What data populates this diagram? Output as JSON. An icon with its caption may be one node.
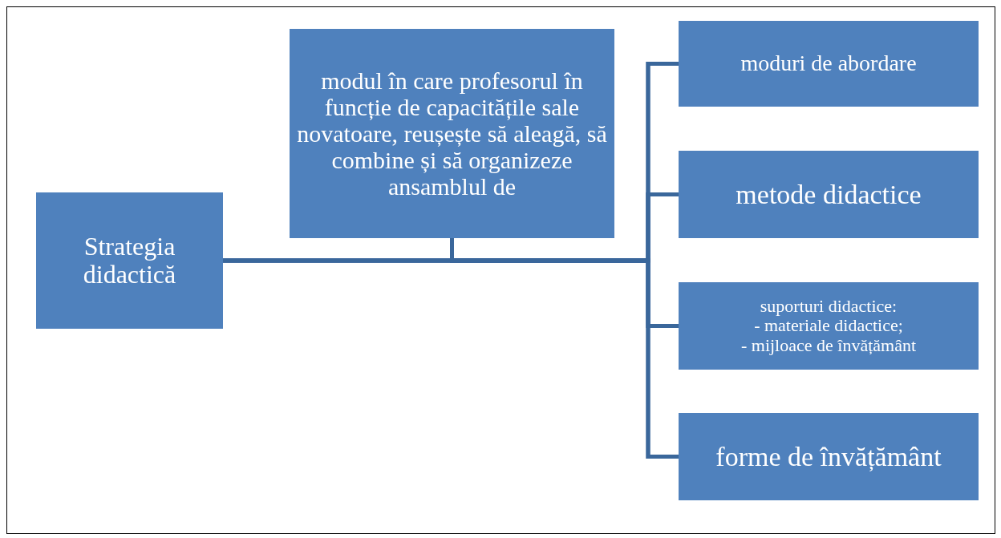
{
  "diagram": {
    "nodes": [
      {
        "text": [
          "Strategia didactică"
        ]
      },
      {
        "text": [
          "modul în care profesorul în funcție de capacitățile sale novatoare, reușește să aleagă, să combine și să organizeze ansamblul de"
        ]
      },
      {
        "text": [
          "moduri de abordare"
        ]
      },
      {
        "text": [
          "metode didactice"
        ]
      },
      {
        "text": [
          "suporturi didactice:",
          "- materiale didactice;",
          "- mijloace de învățământ"
        ]
      },
      {
        "text": [
          "forme de învățământ"
        ]
      }
    ],
    "edges": [
      {
        "from": 0,
        "to": 2,
        "arrow": "none"
      },
      {
        "from": 0,
        "to": 3,
        "arrow": "none"
      },
      {
        "from": 0,
        "to": 4,
        "arrow": "none"
      },
      {
        "from": 0,
        "to": 5,
        "arrow": "none"
      },
      {
        "from": 1,
        "to": 2,
        "arrow": "none"
      },
      {
        "from": 1,
        "to": 3,
        "arrow": "none"
      },
      {
        "from": 1,
        "to": 4,
        "arrow": "none"
      },
      {
        "from": 1,
        "to": 5,
        "arrow": "none"
      }
    ]
  }
}
